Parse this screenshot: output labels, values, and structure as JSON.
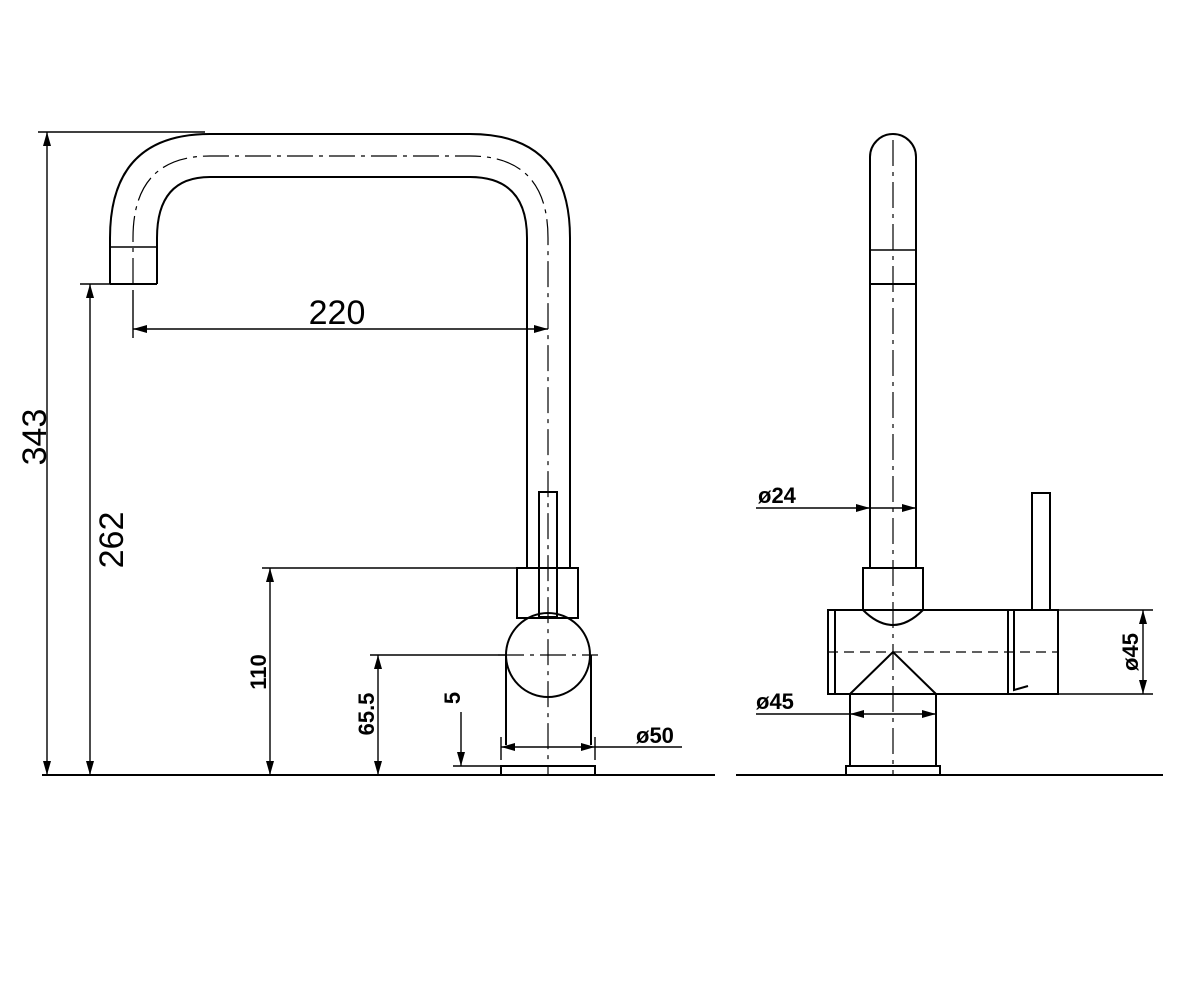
{
  "dimensions": {
    "overall_height": "343",
    "spout_height": "262",
    "spout_reach": "220",
    "body_height": "110",
    "lever_axis_height": "65.5",
    "base_plate": "5",
    "base_diameter": "ø50",
    "spout_diameter": "ø24",
    "side_base_diameter": "ø45",
    "handle_body_diameter": "ø45"
  }
}
